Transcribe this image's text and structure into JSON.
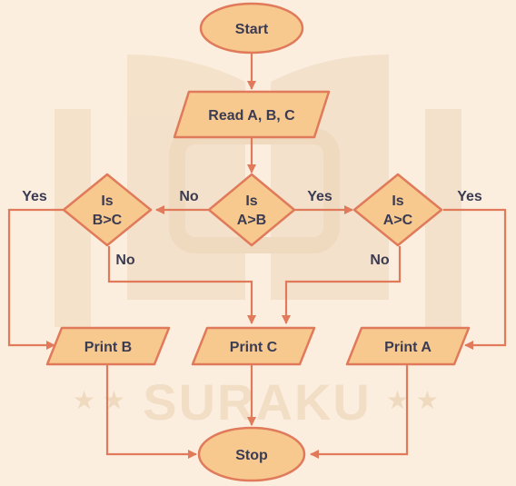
{
  "colors": {
    "background": "#fbeedf",
    "node_fill": "#f7c98e",
    "node_stroke": "#e07a5a",
    "edge": "#e07a5a",
    "text": "#3b3b52",
    "watermark": "#f2dcc3"
  },
  "watermark": {
    "text": "SURAKU"
  },
  "nodes": {
    "start": "Start",
    "read": "Read A, B, C",
    "dec_ab": [
      "Is",
      "A>B"
    ],
    "dec_bc": [
      "Is",
      "B>C"
    ],
    "dec_ac": [
      "Is",
      "A>C"
    ],
    "print_b": "Print B",
    "print_c": "Print C",
    "print_a": "Print A",
    "stop": "Stop"
  },
  "edge_labels": {
    "ab_no": "No",
    "ab_yes": "Yes",
    "bc_yes": "Yes",
    "bc_no": "No",
    "ac_yes": "Yes",
    "ac_no": "No"
  }
}
